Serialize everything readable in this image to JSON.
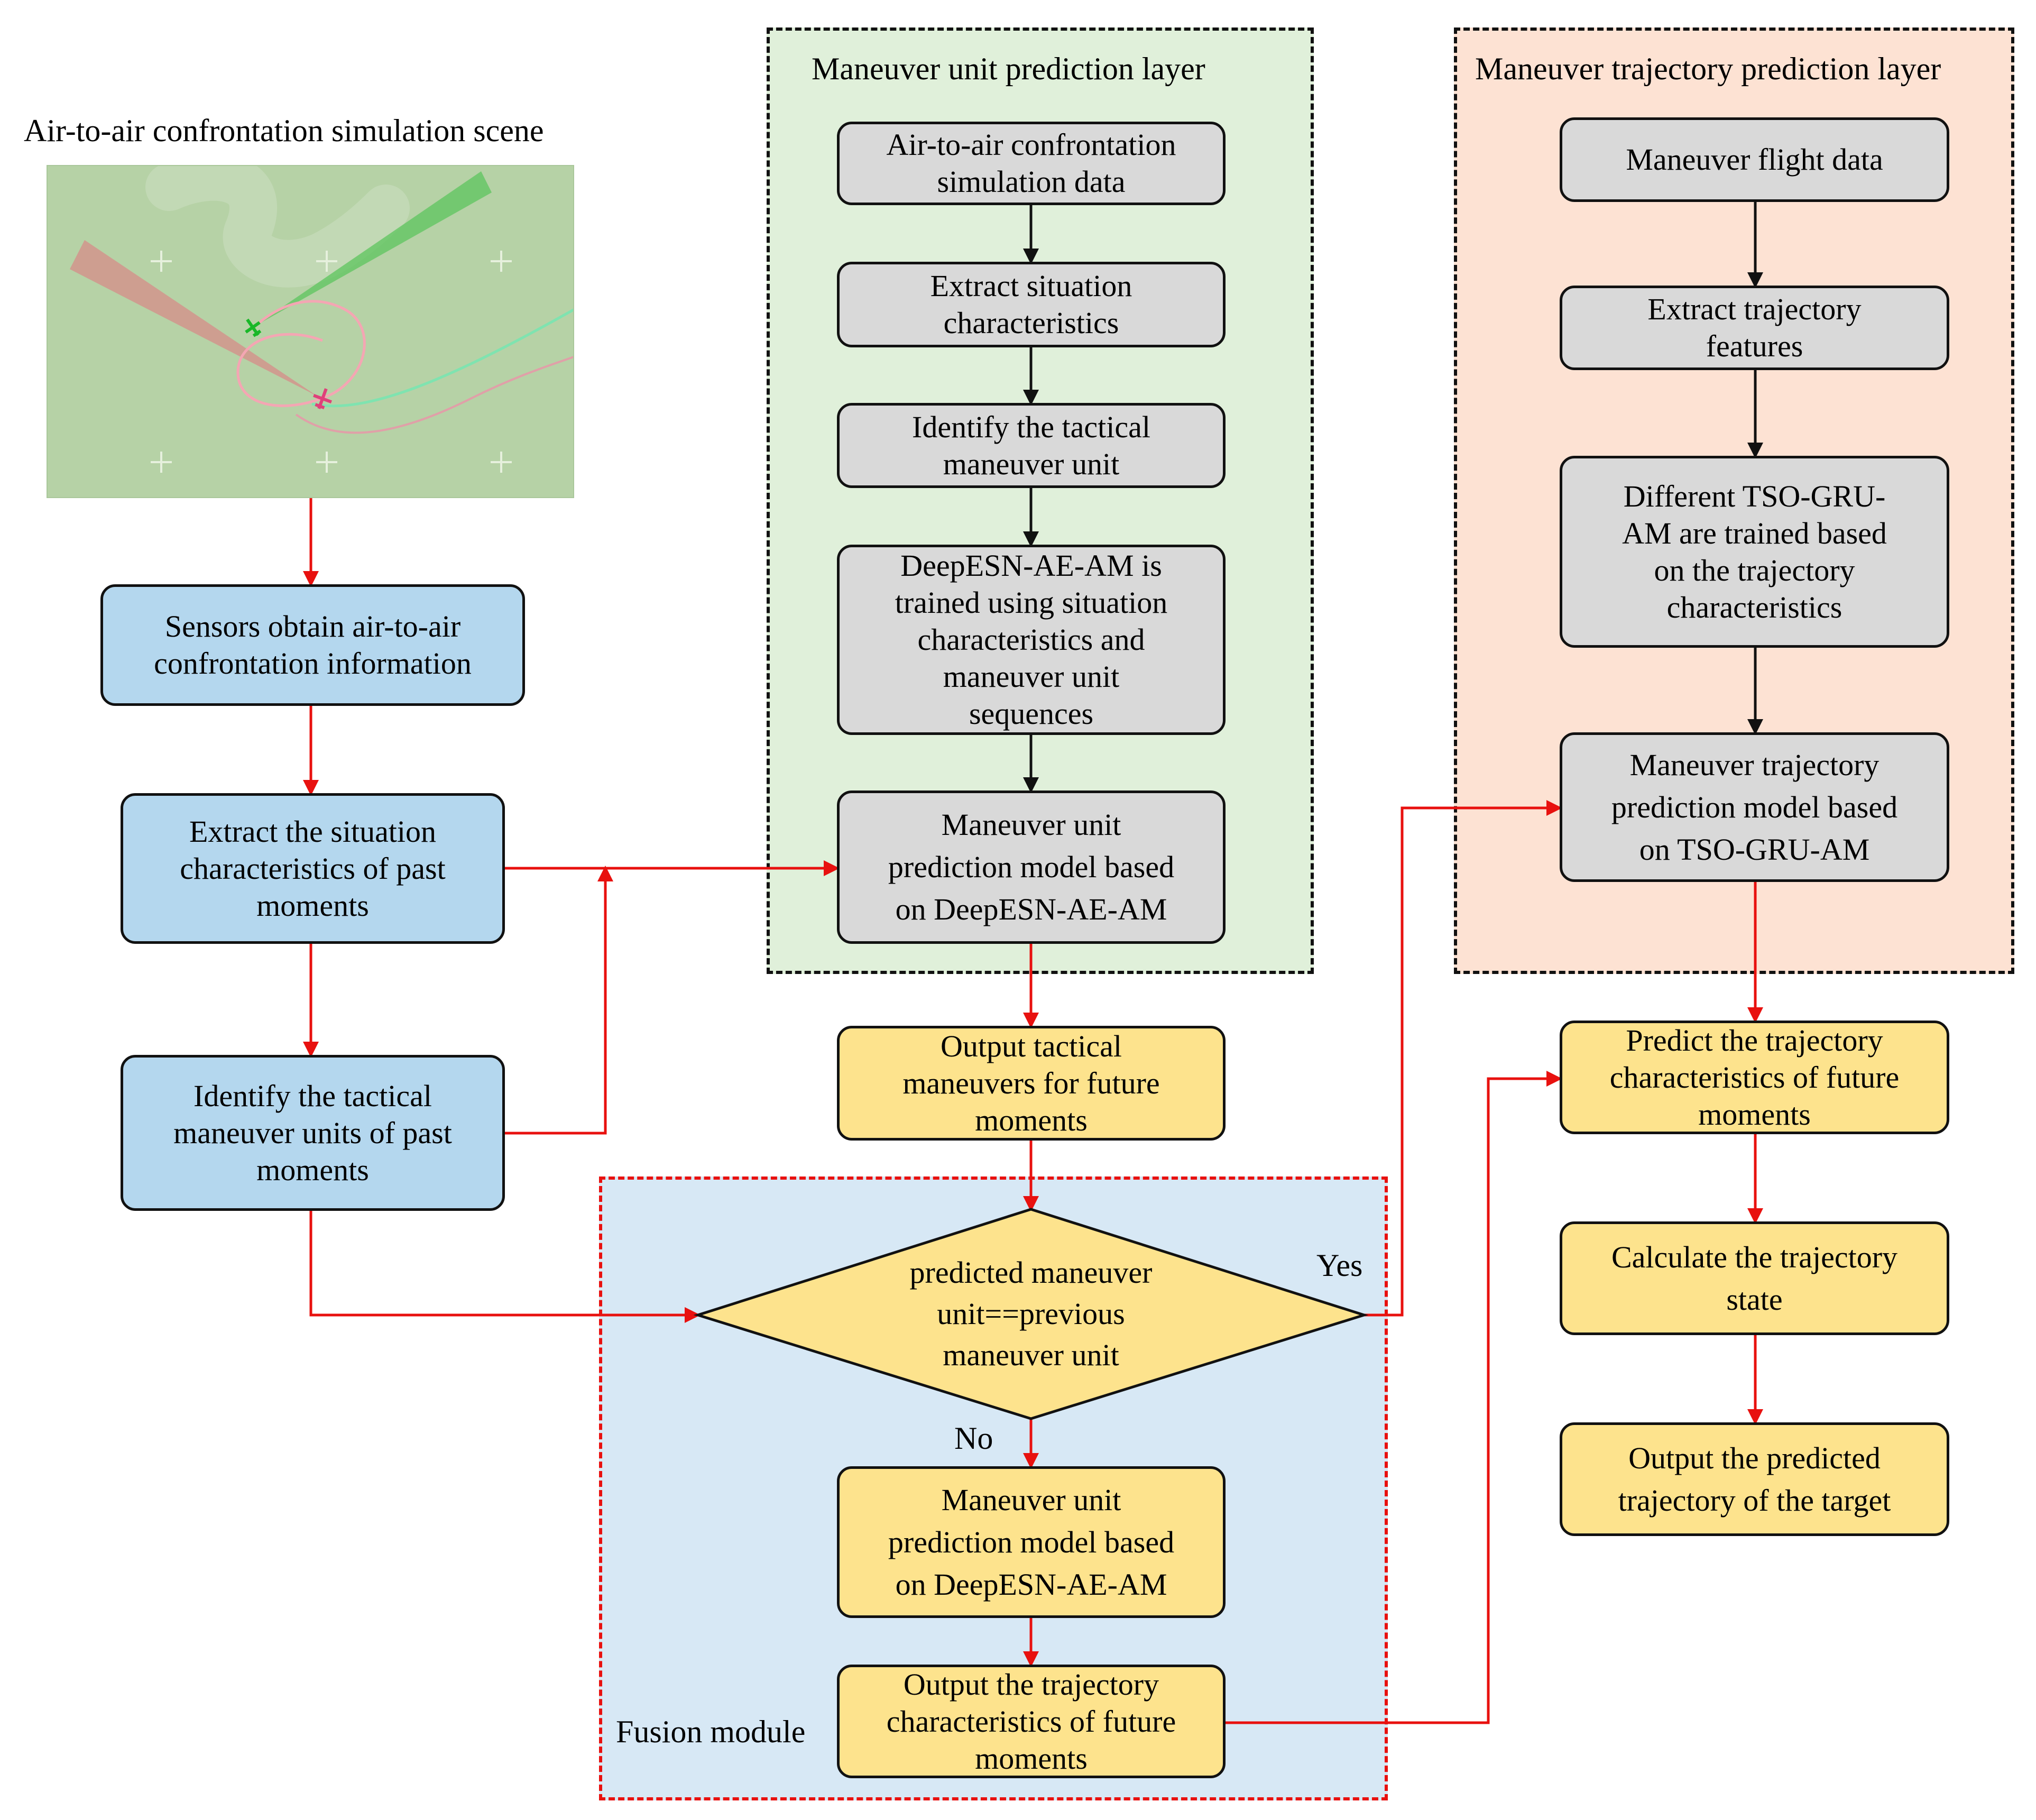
{
  "scene": {
    "title": "Air-to-air confrontation simulation scene",
    "colors": {
      "background": "#b6d2a6",
      "friendly": "#2ecc40",
      "enemy": "#e0407a"
    }
  },
  "left_column": {
    "sensors": "Sensors obtain air-to-air\nconfrontation information",
    "extract_past": "Extract the situation\ncharacteristics of past\nmoments",
    "identify_past": "Identify the tactical\nmaneuver units of past\nmoments"
  },
  "unit_layer": {
    "title": "Maneuver unit prediction layer",
    "data": "Air-to-air confrontation\nsimulation data",
    "extract": "Extract situation\ncharacteristics",
    "identify": "Identify the tactical\nmaneuver unit",
    "train": "DeepESN-AE-AM is\ntrained using situation\ncharacteristics and\nmaneuver unit\nsequences",
    "model": "Maneuver unit\nprediction model based\non DeepESN-AE-AM"
  },
  "output_tactical": "Output tactical\nmaneuvers for future\nmoments",
  "fusion": {
    "title": "Fusion module",
    "decision": "predicted maneuver\nunit==previous\nmaneuver unit",
    "yes": "Yes",
    "no": "No",
    "model": "Maneuver unit\nprediction model based\non DeepESN-AE-AM",
    "output": "Output the trajectory\ncharacteristics of future\nmoments"
  },
  "trajectory_layer": {
    "title": "Maneuver trajectory prediction layer",
    "data": "Maneuver flight data",
    "extract": "Extract trajectory\nfeatures",
    "train": "Different TSO-GRU-\nAM are trained based\non the trajectory\ncharacteristics",
    "model": "Maneuver trajectory\nprediction model based\non TSO-GRU-AM"
  },
  "right_column": {
    "predict": "Predict the trajectory\ncharacteristics of future\nmoments",
    "calculate": "Calculate the trajectory\nstate",
    "output": "Output the predicted\ntrajectory of the target"
  },
  "colors": {
    "gray_box": "#d9d9d9",
    "blue_box": "#b4d7ee",
    "yellow_box": "#fde38d",
    "unit_layer_bg": "#e0f0da",
    "trajectory_layer_bg": "#fde2d3",
    "fusion_bg": "#d7e8f5",
    "red_arrow": "#e8110f",
    "black_arrow": "#111111"
  }
}
